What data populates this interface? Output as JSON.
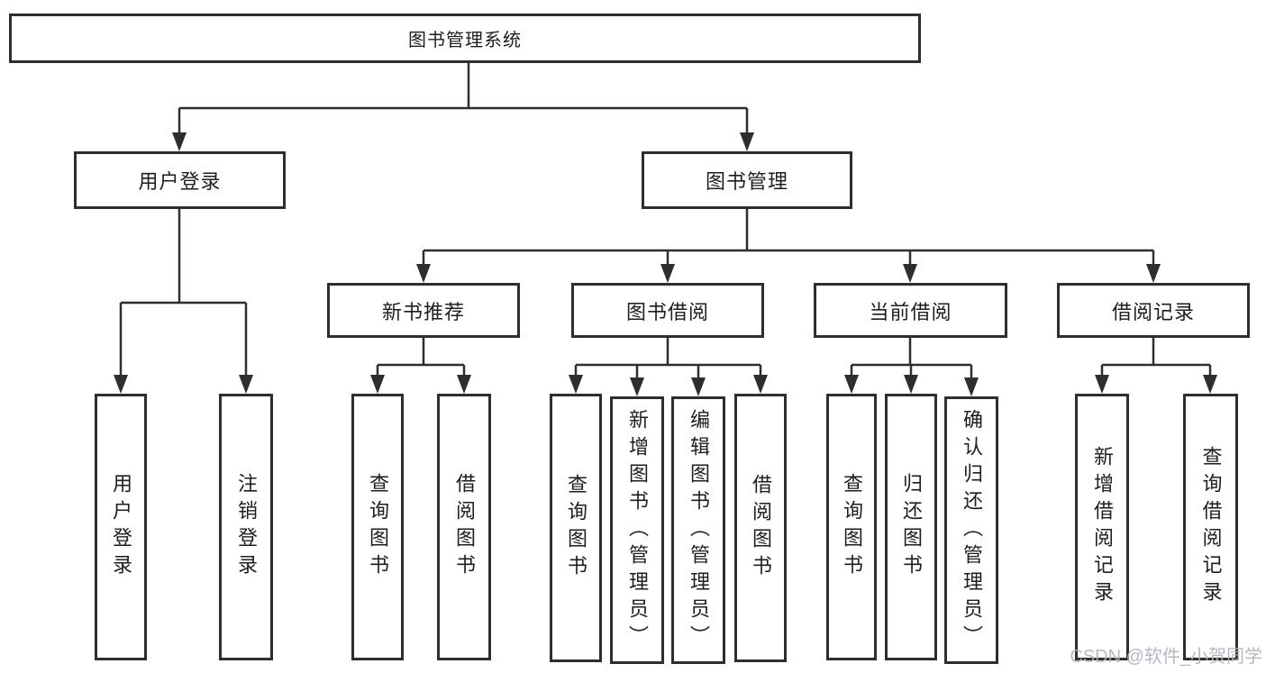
{
  "diagram_title": "图书管理系统",
  "hierarchy": {
    "label": "图书管理系统",
    "children": [
      {
        "label": "用户登录",
        "children": [
          {
            "label": "用户登录"
          },
          {
            "label": "注销登录"
          }
        ]
      },
      {
        "label": "图书管理",
        "children": [
          {
            "label": "新书推荐",
            "children": [
              {
                "label": "查询图书"
              },
              {
                "label": "借阅图书"
              }
            ]
          },
          {
            "label": "图书借阅",
            "children": [
              {
                "label": "查询图书"
              },
              {
                "label": "新增图书（管理员）"
              },
              {
                "label": "编辑图书（管理员）"
              },
              {
                "label": "借阅图书"
              }
            ]
          },
          {
            "label": "当前借阅",
            "children": [
              {
                "label": "查询图书"
              },
              {
                "label": "归还图书"
              },
              {
                "label": "确认归还（管理员）"
              }
            ]
          },
          {
            "label": "借阅记录",
            "children": [
              {
                "label": "新增借阅记录"
              },
              {
                "label": "查询借阅记录"
              }
            ]
          }
        ]
      }
    ]
  },
  "watermark": {
    "text": "CSDN @软件_小贺同学"
  },
  "colors": {
    "line": "#2e2e2e",
    "text": "#1e1e1e",
    "background": "#ffffff",
    "watermark": "#b0b4bc"
  }
}
